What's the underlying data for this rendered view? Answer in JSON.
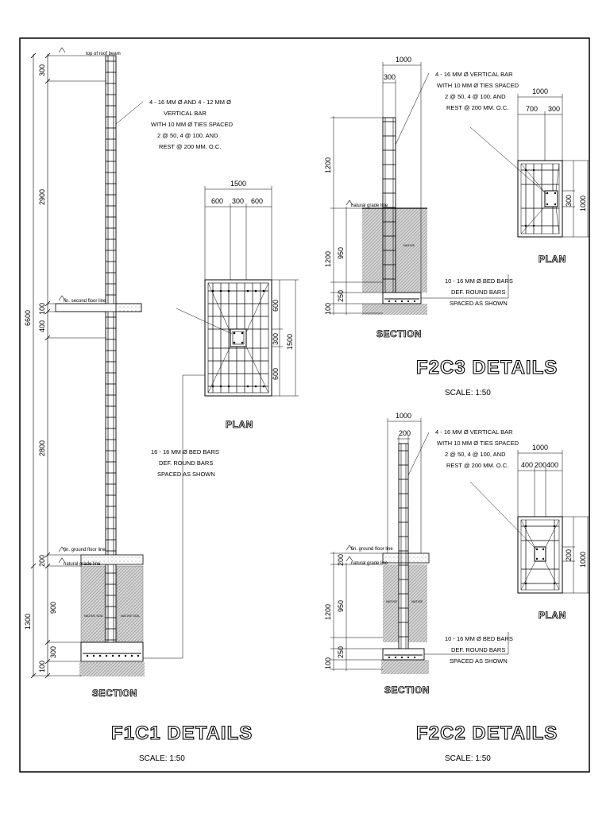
{
  "f1c1": {
    "title": "F1C1 DETAILS",
    "scale": "SCALE: 1:50",
    "section_label": "SECTION",
    "plan_label": "PLAN",
    "levels": {
      "top_beam": "top of roof beam",
      "second_floor": "fin. second floor line",
      "ground_floor": "fin. ground floor line",
      "natural_grade": "natural grade line"
    },
    "vertical_note": [
      "4 - 16 MM Ø AND 4 - 12 MM Ø",
      "VERTICAL BAR",
      "WITH 10 MM Ø TIES SPACED",
      "2 @ 50, 4 @ 100, AND",
      "REST @ 200 MM. O.C."
    ],
    "bed_note": [
      "16 - 16 MM Ø BED BARS",
      "DEF. ROUND BARS",
      "SPACED AS SHOWN"
    ],
    "dims_left": {
      "d300": "300",
      "d2900": "2900",
      "d100": "100",
      "d400": "400",
      "d2800": "2800",
      "d200": "200",
      "d900": "900",
      "d300b": "300",
      "d100b": "100",
      "d6600": "6600",
      "d1300": "1300"
    },
    "plan_dims": {
      "w1500": "1500",
      "w600a": "600",
      "w300": "300",
      "w600b": "600",
      "h600a": "600",
      "h300": "300",
      "h600b": "600",
      "h1500": "1500"
    },
    "soil": "NATIVE SOIL"
  },
  "f2c3": {
    "title": "F2C3 DETAILS",
    "scale": "SCALE: 1:50",
    "section_label": "SECTION",
    "plan_label": "PLAN",
    "natural_grade": "natural grade line",
    "vertical_note": [
      "4 - 16 MM Ø VERTICAL BAR",
      "WITH 10 MM Ø TIES SPACED",
      "2 @ 50, 4 @ 100, AND",
      "REST @ 200 MM. O.C."
    ],
    "bed_note": [
      "10 - 16 MM Ø BED BARS",
      "DEF. ROUND BARS",
      "SPACED AS SHOWN"
    ],
    "dims": {
      "w1000": "1000",
      "w300": "300",
      "h1200a": "1200",
      "h950": "950",
      "h1200b": "1200",
      "h250": "250",
      "h100": "100"
    },
    "plan_dims": {
      "w1000": "1000",
      "w700": "700",
      "w300": "300",
      "h300": "300",
      "h1000": "1000"
    },
    "soil": "NATIVE"
  },
  "f2c2": {
    "title": "F2C2 DETAILS",
    "scale": "SCALE: 1:50",
    "section_label": "SECTION",
    "plan_label": "PLAN",
    "ground_floor": "fin. ground floor line",
    "natural_grade": "natural grade line",
    "vertical_note": [
      "4 - 16 MM Ø VERTICAL BAR",
      "WITH 10 MM Ø TIES SPACED",
      "2 @ 50, 4 @ 100, AND",
      "REST @ 200 MM. O.C."
    ],
    "bed_note": [
      "10 - 16 MM Ø BED BARS",
      "DEF. ROUND BARS",
      "SPACED AS SHOWN"
    ],
    "dims": {
      "w1000": "1000",
      "w200": "200",
      "h200": "200",
      "h1200": "1200",
      "h950": "950",
      "h250": "250",
      "h100": "100"
    },
    "plan_dims": {
      "w1000": "1000",
      "w400a": "400",
      "w200": "200",
      "w400b": "400",
      "h200": "200",
      "h1000": "1000"
    },
    "soil": "NATIVE"
  }
}
